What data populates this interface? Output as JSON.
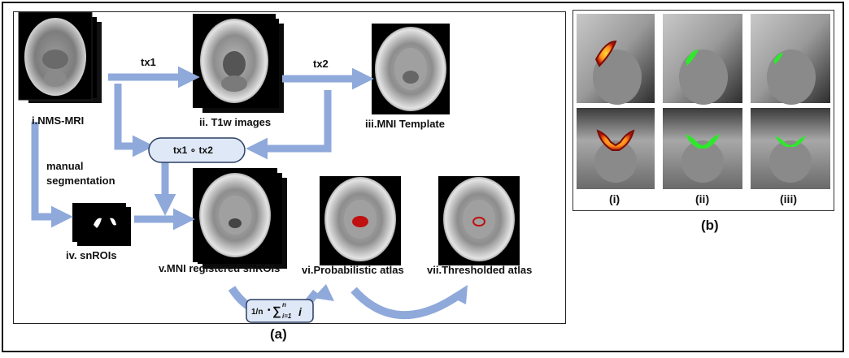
{
  "panel_a": {
    "caption": "(a)",
    "nodes": {
      "nms_mri": "i.NMS-MRI",
      "t1w": "ii. T1w images",
      "mni_template": "iii.MNI Template",
      "snrois": "iv. snROIs",
      "mni_registered": "v.MNI registered snROIs",
      "prob_atlas": "vi.Probabilistic atlas",
      "thresh_atlas": "vii.Thresholded atlas"
    },
    "edges": {
      "tx1": "tx1",
      "tx2": "tx2",
      "compose": "tx1 ∘ tx2",
      "manual_line1": "manual",
      "manual_line2": "segmentation"
    },
    "formula": {
      "prefix": "1/n",
      "dot": "•",
      "sum": "∑",
      "upper": "n",
      "lower": "i=1",
      "term": "i"
    }
  },
  "panel_b": {
    "caption": "(b)",
    "columns": [
      "(i)",
      "(ii)",
      "(iii)"
    ]
  },
  "colors": {
    "arrow": "#8fa9db",
    "compose_fill": "#dfe8f6",
    "compose_stroke": "#2b3f63",
    "heat_outer": "#c0180b",
    "heat_inner": "#ffd93a",
    "green_roi": "#2fe82c",
    "red_roi": "#c01010"
  }
}
